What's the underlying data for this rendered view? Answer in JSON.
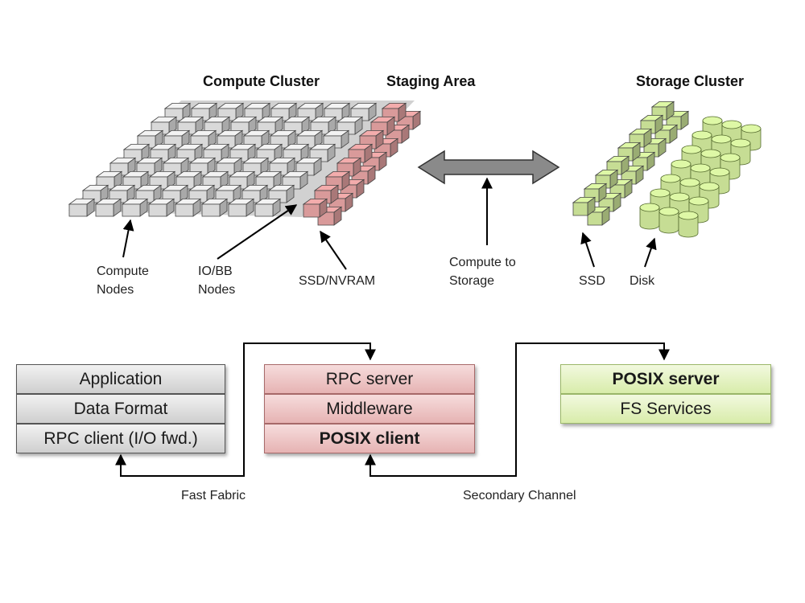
{
  "clusters": {
    "compute": "Compute Cluster",
    "staging": "Staging Area",
    "storage": "Storage Cluster"
  },
  "labels": {
    "compute_nodes": [
      "Compute",
      "Nodes"
    ],
    "io_bb_nodes": [
      "IO/BB",
      "Nodes"
    ],
    "ssd_nvram": "SSD/NVRAM",
    "compute_to_storage": [
      "Compute to",
      "Storage"
    ],
    "ssd": "SSD",
    "disk": "Disk"
  },
  "stacks": {
    "client": [
      "Application",
      "Data Format",
      "RPC client (I/O fwd.)"
    ],
    "middle": [
      "RPC server",
      "Middleware",
      "POSIX client"
    ],
    "server": [
      "POSIX server",
      "FS Services"
    ]
  },
  "links": {
    "fast_fabric": "Fast Fabric",
    "secondary_channel": "Secondary Channel"
  },
  "colors": {
    "compute": "#d9d9d9",
    "staging": "#d99a9a",
    "storage": "#c6dd94"
  }
}
